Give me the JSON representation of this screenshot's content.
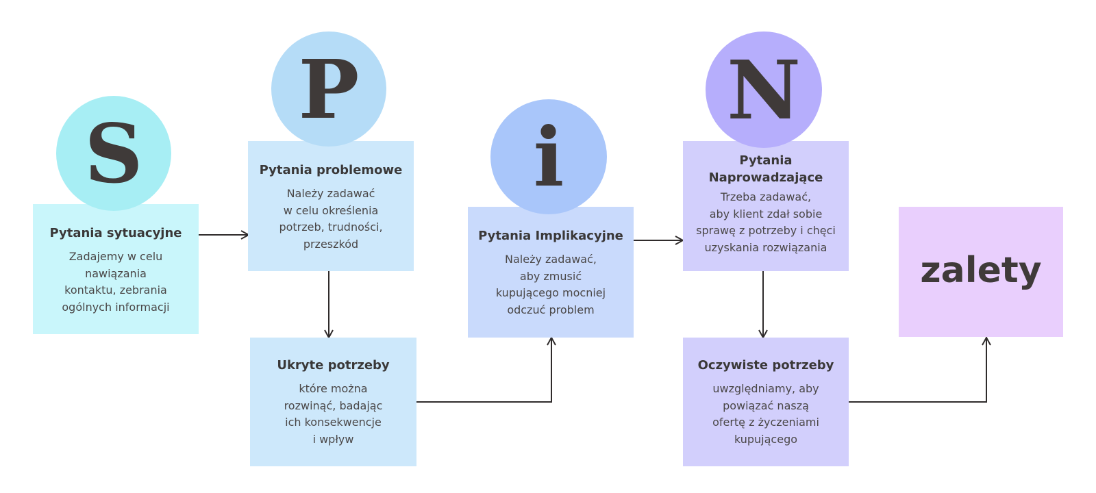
{
  "colors": {
    "cyan_circle": "#a7eef4",
    "cyan_box": "#c9f6fb",
    "blue_circle": "#b5dcf7",
    "blue_box": "#cde8fb",
    "periwinkle_circle": "#a9c6fa",
    "periwinkle_box": "#c9dafc",
    "purple_circle": "#b6aefc",
    "purple_box": "#d2cffc",
    "pink_box": "#e9cffd",
    "arrow": "#2f2b2b"
  },
  "letters": {
    "s": "S",
    "p": "P",
    "i": "i",
    "n": "N"
  },
  "boxes": {
    "situational": {
      "title": "Pytania sytuacyjne",
      "lines": [
        "Zadajemy w celu",
        "nawiązania",
        "kontaktu, zebrania",
        "ogólnych informacji"
      ]
    },
    "problem": {
      "title": "Pytania problemowe",
      "lines": [
        "Należy zadawać",
        "w celu określenia",
        "potrzeb, trudności,",
        "przeszkód"
      ]
    },
    "hidden": {
      "title": "Ukryte potrzeby",
      "lines": [
        "które można",
        "rozwinąć, badając",
        "ich konsekwencje",
        "i wpływ"
      ]
    },
    "implication": {
      "title": "Pytania Implikacyjne",
      "lines": [
        "Należy zadawać,",
        "aby zmusić",
        "kupującego mocniej",
        "odczuć problem"
      ]
    },
    "needpayoff": {
      "title_lines": [
        "Pytania",
        "Naprowadzające"
      ],
      "lines": [
        "Trzeba zadawać,",
        "aby klient zdał sobie",
        "sprawę z potrzeby i chęci",
        "uzyskania rozwiązania"
      ]
    },
    "explicit": {
      "title": "Oczywiste potrzeby",
      "lines": [
        "uwzględniamy, aby",
        "powiązać naszą",
        "ofertę z życzeniami",
        "kupującego"
      ]
    },
    "benefits": {
      "label": "zalety"
    }
  }
}
